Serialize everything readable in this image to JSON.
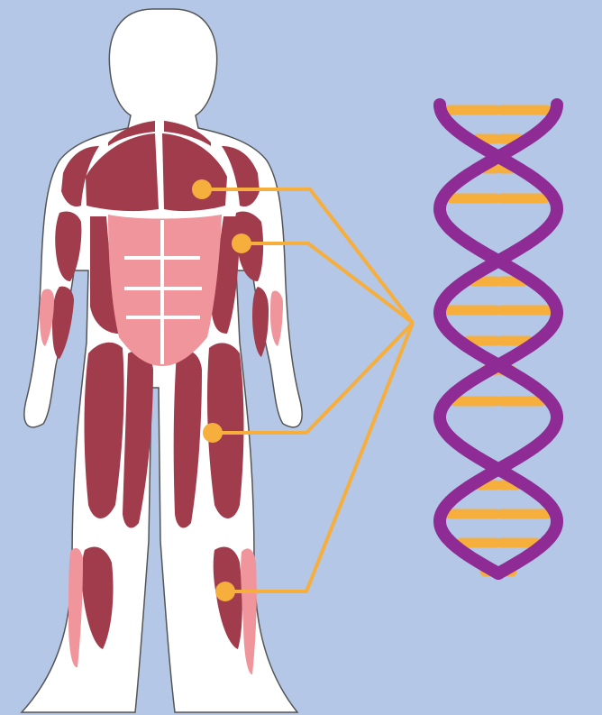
{
  "colors": {
    "background": "#b4c7e7",
    "body_outline": "#ffffff",
    "muscle_dark": "#a03c4c",
    "muscle_light": "#f0959b",
    "connector": "#f6ae3d",
    "dna_strand": "#8e2b94",
    "dna_base": "#f6ae3d"
  },
  "icons": {
    "figure": "muscular-human-figure-icon",
    "dna": "dna-double-helix-icon"
  },
  "connectors": [
    {
      "name": "chest-to-dna-connector"
    },
    {
      "name": "upper-arm-to-dna-connector"
    },
    {
      "name": "thigh-to-dna-connector"
    },
    {
      "name": "calf-to-dna-connector"
    }
  ]
}
